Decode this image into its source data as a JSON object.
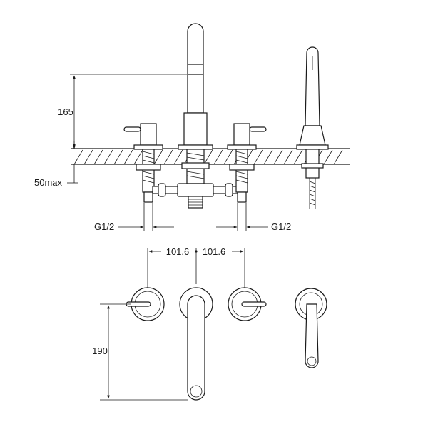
{
  "dimensions": {
    "spout_height": "165",
    "deck_thickness": "50max",
    "thread_left": "G1/2",
    "thread_right": "G1/2",
    "spacing_left": "101.6",
    "spacing_right": "101.6",
    "spout_reach": "190"
  },
  "colors": {
    "line": "#1a1a1a",
    "background": "#ffffff"
  }
}
